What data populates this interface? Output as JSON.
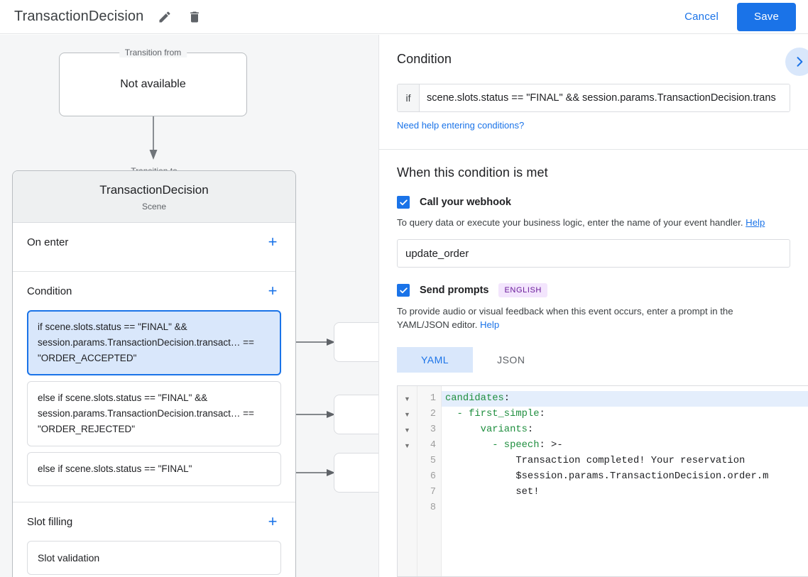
{
  "topbar": {
    "title": "TransactionDecision",
    "edit_icon": "pencil-icon",
    "delete_icon": "trash-icon",
    "cancel_label": "Cancel",
    "save_label": "Save",
    "accent_color": "#1a73e8"
  },
  "canvas": {
    "transition_from": {
      "legend": "Transition from",
      "value": "Not available"
    },
    "transition_to": {
      "legend": "Transition to",
      "name": "TransactionDecision",
      "type": "Scene"
    },
    "sections": {
      "on_enter": {
        "title": "On enter",
        "add_label": "+"
      },
      "condition": {
        "title": "Condition",
        "add_label": "+",
        "items": [
          {
            "text": "if scene.slots.status == \"FINAL\" && session.params.TransactionDecision.transact… == \"ORDER_ACCEPTED\"",
            "selected": true
          },
          {
            "text": "else if scene.slots.status == \"FINAL\" && session.params.TransactionDecision.transact… == \"ORDER_REJECTED\"",
            "selected": false
          },
          {
            "text": "else if scene.slots.status == \"FINAL\"",
            "selected": false
          }
        ]
      },
      "slot_filling": {
        "title": "Slot filling",
        "add_label": "+",
        "items": [
          {
            "text": "Slot validation"
          }
        ]
      }
    }
  },
  "right_panel": {
    "condition": {
      "heading": "Condition",
      "expand_icon": "chevron-right-icon",
      "if_label": "if",
      "value": "scene.slots.status == \"FINAL\" && session.params.TransactionDecision.trans",
      "help_link": "Need help entering conditions?"
    },
    "when_met": {
      "heading": "When this condition is met",
      "webhook": {
        "label": "Call your webhook",
        "checked": true,
        "helper": "To query data or execute your business logic, enter the name of your event handler.",
        "help_label": "Help",
        "value": "update_order"
      },
      "prompts": {
        "label": "Send prompts",
        "checked": true,
        "badge": "ENGLISH",
        "badge_bg": "#f3e5fd",
        "badge_color": "#6a1b9a",
        "helper": "To provide audio or visual feedback when this event occurs, enter a prompt in the YAML/JSON editor.",
        "help_label": "Help",
        "tabs": [
          {
            "label": "YAML",
            "active": true
          },
          {
            "label": "JSON",
            "active": false
          }
        ]
      },
      "editor": {
        "language": "yaml",
        "highlight_line": 1,
        "line_numbers": [
          1,
          2,
          3,
          4,
          5,
          6,
          7,
          8
        ],
        "fold_lines": [
          1,
          2,
          3,
          4
        ],
        "lines": [
          {
            "n": 1,
            "key": "candidates",
            "rest": ":",
            "indent": 0
          },
          {
            "n": 2,
            "key": "- first_simple",
            "rest": ":",
            "indent": 2
          },
          {
            "n": 3,
            "key": "variants",
            "rest": ":",
            "indent": 6
          },
          {
            "n": 4,
            "key": "- speech",
            "rest": ": >-",
            "indent": 8
          },
          {
            "n": 5,
            "key": "",
            "rest": "Transaction completed! Your reservation",
            "indent": 12
          },
          {
            "n": 6,
            "key": "",
            "rest": "$session.params.TransactionDecision.order.m",
            "indent": 12
          },
          {
            "n": 7,
            "key": "",
            "rest": "set!",
            "indent": 12
          },
          {
            "n": 8,
            "key": "",
            "rest": "",
            "indent": 0
          }
        ]
      }
    }
  }
}
